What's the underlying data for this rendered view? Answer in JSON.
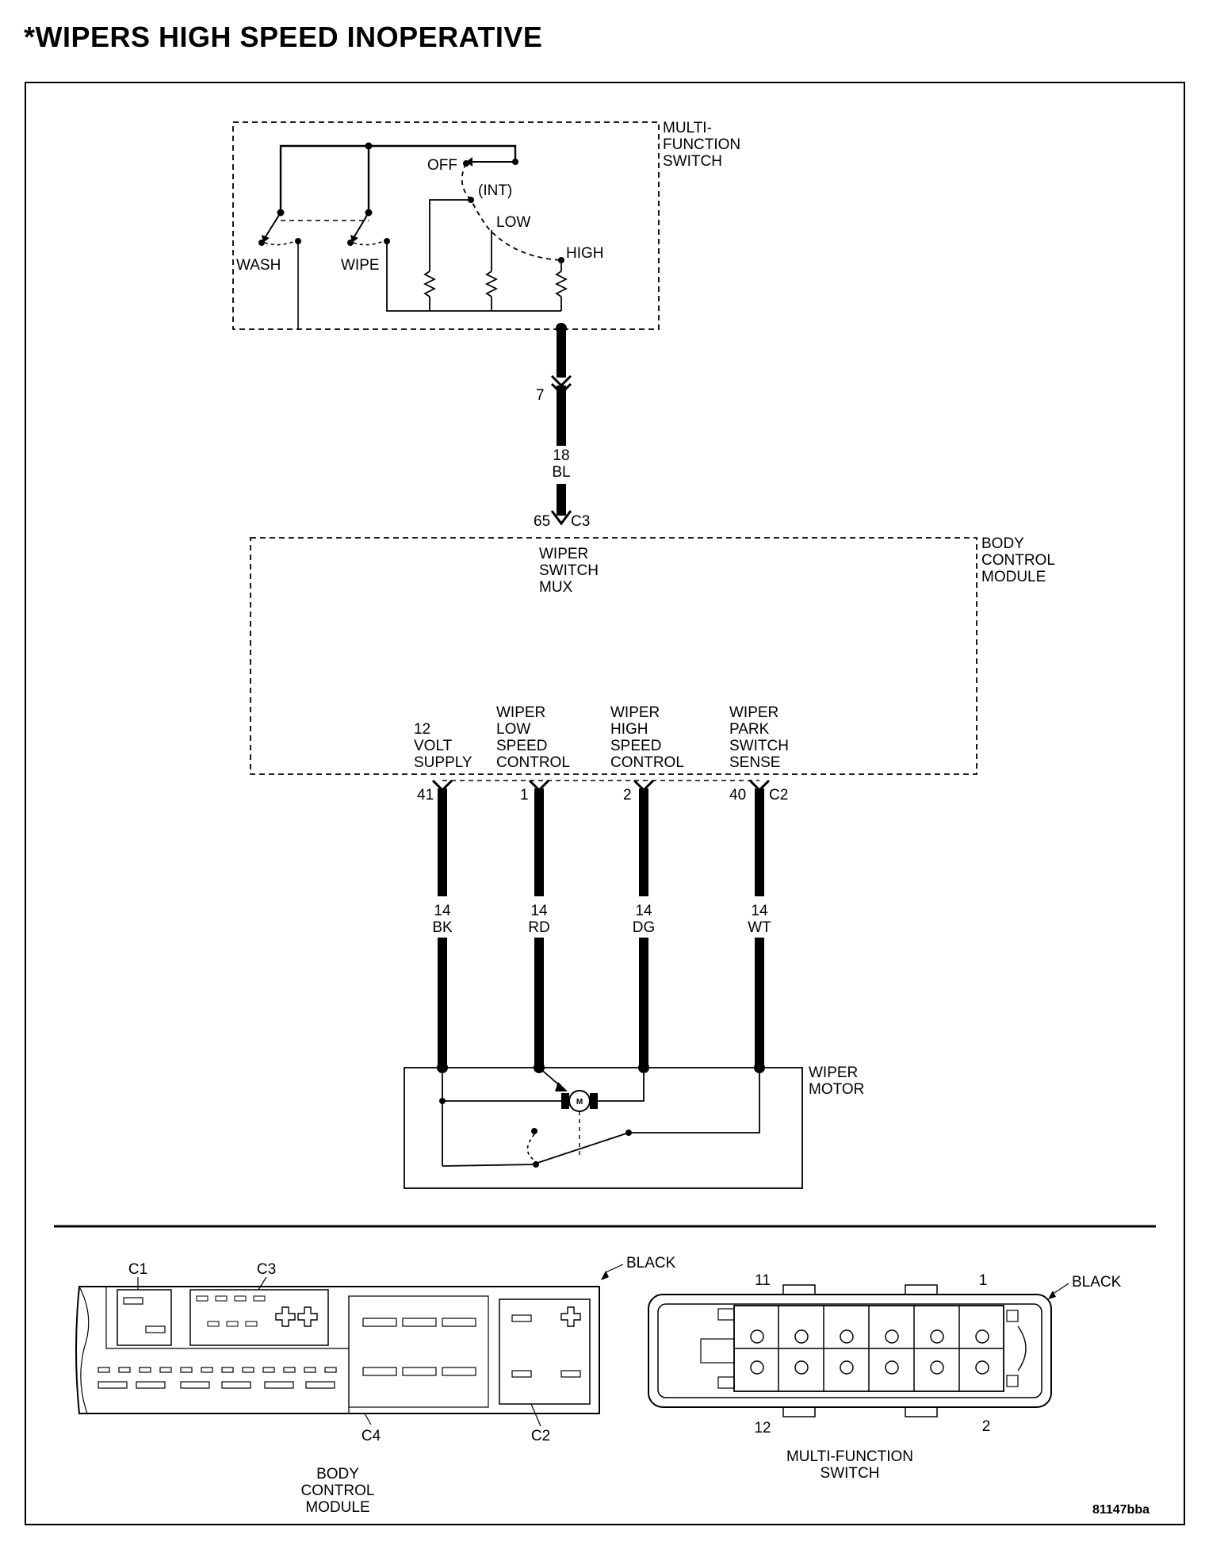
{
  "title": "*WIPERS HIGH SPEED INOPERATIVE",
  "multifunction_switch": {
    "label": [
      "MULTI-",
      "FUNCTION",
      "SWITCH"
    ],
    "positions": {
      "off": "OFF",
      "int": "(INT)",
      "low": "LOW",
      "high": "HIGH",
      "wash": "WASH",
      "wipe": "WIPE"
    }
  },
  "switch_wire": {
    "pin": "7",
    "gauge": "18",
    "color": "BL",
    "bcm_pin": "65",
    "connector": "C3"
  },
  "bcm": {
    "label": [
      "BODY",
      "CONTROL",
      "MODULE"
    ],
    "mux_label": [
      "WIPER",
      "SWITCH",
      "MUX"
    ],
    "connector": "C2",
    "circuits": [
      {
        "lines": [
          "12",
          "VOLT",
          "SUPPLY"
        ],
        "pin": "41",
        "gauge": "14",
        "color": "BK"
      },
      {
        "lines": [
          "WIPER",
          "LOW",
          "SPEED",
          "CONTROL"
        ],
        "pin": "1",
        "gauge": "14",
        "color": "RD"
      },
      {
        "lines": [
          "WIPER",
          "HIGH",
          "SPEED",
          "CONTROL"
        ],
        "pin": "2",
        "gauge": "14",
        "color": "DG"
      },
      {
        "lines": [
          "WIPER",
          "PARK",
          "SWITCH",
          "SENSE"
        ],
        "pin": "40",
        "gauge": "14",
        "color": "WT"
      }
    ]
  },
  "wiper_motor": {
    "label": [
      "WIPER",
      "MOTOR"
    ],
    "motor_symbol": "M"
  },
  "connector_views": {
    "bcm": {
      "c1": "C1",
      "c2": "C2",
      "c3": "C3",
      "c4": "C4",
      "color": "BLACK",
      "label": [
        "BODY",
        "CONTROL",
        "MODULE"
      ]
    },
    "mfs": {
      "pin_11": "11",
      "pin_1": "1",
      "pin_12": "12",
      "pin_2": "2",
      "color": "BLACK",
      "label": [
        "MULTI-FUNCTION",
        "SWITCH"
      ]
    }
  },
  "figure_id": "81147bba"
}
